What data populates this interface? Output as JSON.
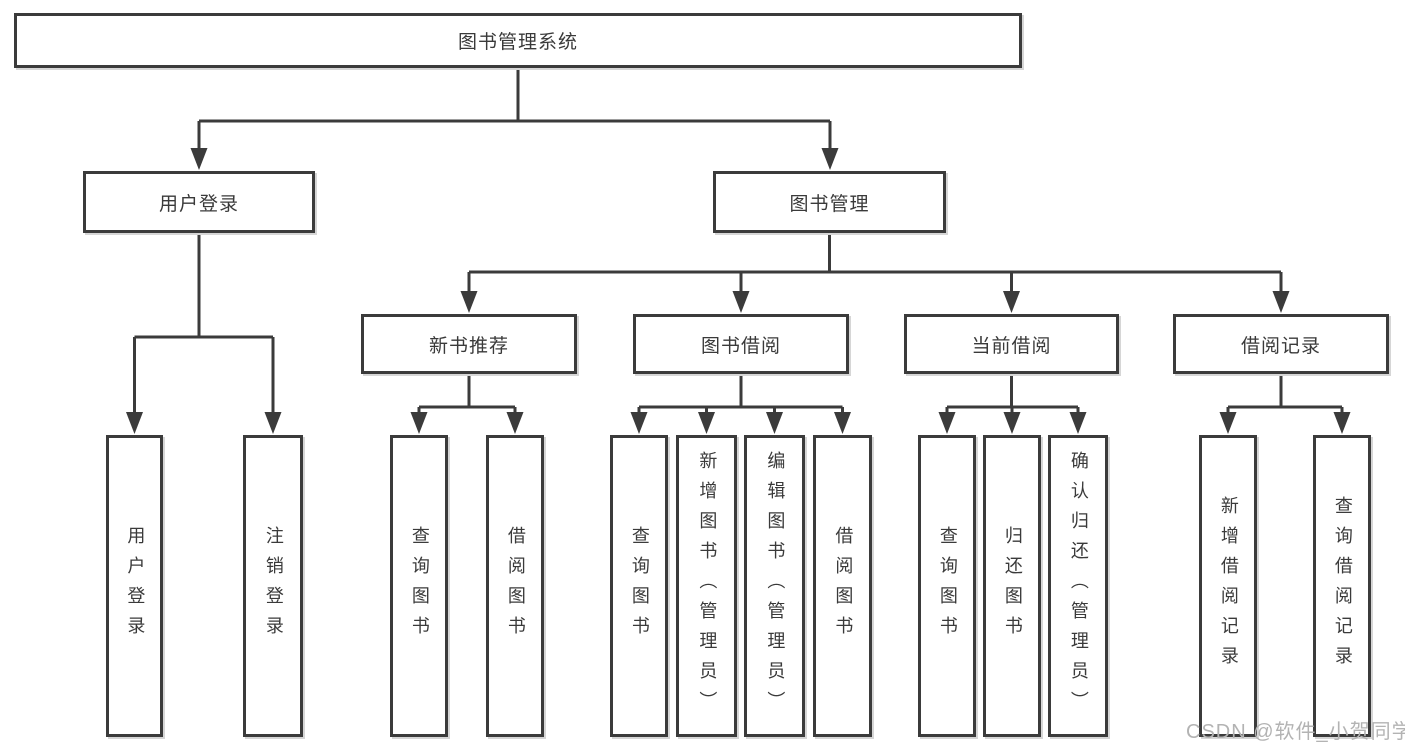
{
  "diagram_title": "图书管理系统",
  "tree": {
    "root": {
      "label": "图书管理系统"
    },
    "branches": [
      {
        "label": "用户登录",
        "children": [
          {
            "label": "用户登录"
          },
          {
            "label": "注销登录"
          }
        ]
      },
      {
        "label": "图书管理",
        "children": [
          {
            "label": "新书推荐",
            "children": [
              {
                "label": "查询图书"
              },
              {
                "label": "借阅图书"
              }
            ]
          },
          {
            "label": "图书借阅",
            "children": [
              {
                "label": "查询图书"
              },
              {
                "label": "新增图书（管理员）"
              },
              {
                "label": "编辑图书（管理员）"
              },
              {
                "label": "借阅图书"
              }
            ]
          },
          {
            "label": "当前借阅",
            "children": [
              {
                "label": "查询图书"
              },
              {
                "label": "归还图书"
              },
              {
                "label": "确认归还（管理员）"
              }
            ]
          },
          {
            "label": "借阅记录",
            "children": [
              {
                "label": "新增借阅记录"
              },
              {
                "label": "查询借阅记录"
              }
            ]
          }
        ]
      }
    ]
  },
  "watermark": {
    "text": "CSDN @软件_小贺同学"
  },
  "colors": {
    "line": "#3b3b3b",
    "box_border": "#3b3b3b",
    "box_fill": "#ffffff",
    "text": "#3a3a3a",
    "watermark": "#b3b3b3",
    "background": "#ffffff"
  }
}
